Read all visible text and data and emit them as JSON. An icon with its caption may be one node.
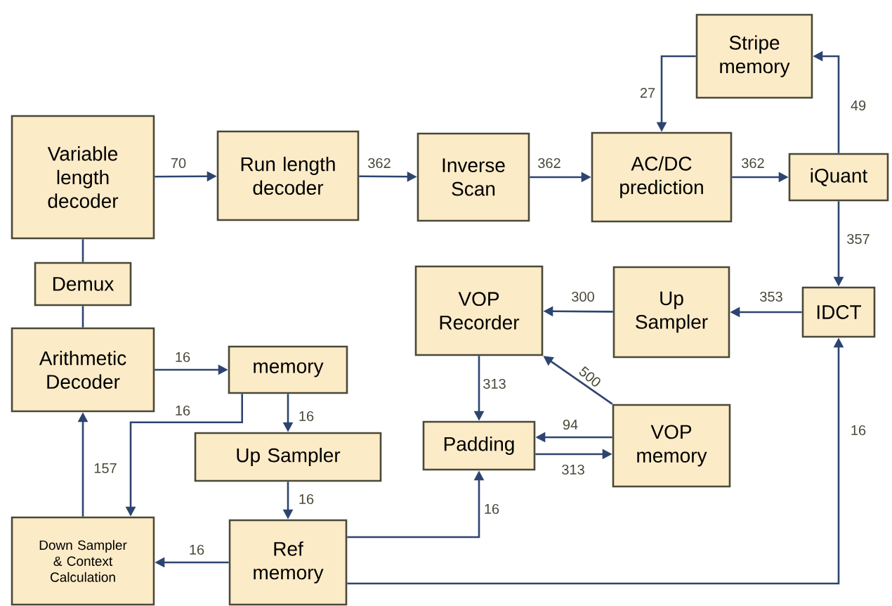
{
  "diagram": {
    "nodes": [
      {
        "text": [
          "Variable length decoder"
        ]
      },
      {
        "text": [
          "Run length decoder"
        ]
      },
      {
        "text": [
          "Inverse Scan"
        ]
      },
      {
        "text": [
          "AC/DC prediction"
        ]
      },
      {
        "text": [
          "Stripe memory"
        ]
      },
      {
        "text": [
          "iQuant"
        ]
      },
      {
        "text": [
          "IDCT"
        ]
      },
      {
        "text": [
          "Up Sampler"
        ]
      },
      {
        "text": [
          "VOP Recorder"
        ]
      },
      {
        "text": [
          "VOP memory"
        ]
      },
      {
        "text": [
          "Padding"
        ]
      },
      {
        "text": [
          "Demux"
        ]
      },
      {
        "text": [
          "Arithmetic Decoder"
        ]
      },
      {
        "text": [
          "memory"
        ]
      },
      {
        "text": [
          "Up Sampler"
        ]
      },
      {
        "text": [
          "Ref memory"
        ]
      },
      {
        "text": [
          "Down Sampler & Context Calculation"
        ]
      }
    ],
    "edges": [
      {
        "from": 0,
        "to": 1,
        "arrow": "to",
        "label": "70"
      },
      {
        "from": 1,
        "to": 2,
        "arrow": "to",
        "label": "362"
      },
      {
        "from": 2,
        "to": 3,
        "arrow": "to",
        "label": "362"
      },
      {
        "from": 3,
        "to": 5,
        "arrow": "to",
        "label": "362"
      },
      {
        "from": 4,
        "to": 3,
        "arrow": "to",
        "label": "27"
      },
      {
        "from": 5,
        "to": 4,
        "arrow": "to",
        "label": "49"
      },
      {
        "from": 5,
        "to": 6,
        "arrow": "to",
        "label": "357"
      },
      {
        "from": 6,
        "to": 7,
        "arrow": "to",
        "label": "353"
      },
      {
        "from": 7,
        "to": 8,
        "arrow": "to",
        "label": "300"
      },
      {
        "from": 9,
        "to": 8,
        "arrow": "to",
        "label": "500"
      },
      {
        "from": 8,
        "to": 10,
        "arrow": "to",
        "label": "313"
      },
      {
        "from": 9,
        "to": 10,
        "arrow": "to",
        "label": "94"
      },
      {
        "from": 10,
        "to": 9,
        "arrow": "to",
        "label": "313"
      },
      {
        "from": 15,
        "to": 10,
        "arrow": "to",
        "label": "16"
      },
      {
        "from": 15,
        "to": 6,
        "arrow": "to",
        "label": "16"
      },
      {
        "from": 0,
        "to": 11,
        "arrow": "none"
      },
      {
        "from": 11,
        "to": 12,
        "arrow": "none"
      },
      {
        "from": 12,
        "to": 13,
        "arrow": "to",
        "label": "16"
      },
      {
        "from": 13,
        "to": 16,
        "arrow": "to",
        "label": "16"
      },
      {
        "from": 13,
        "to": 14,
        "arrow": "to",
        "label": "16"
      },
      {
        "from": 14,
        "to": 15,
        "arrow": "to",
        "label": "16"
      },
      {
        "from": 15,
        "to": 16,
        "arrow": "to",
        "label": "16"
      },
      {
        "from": 16,
        "to": 12,
        "arrow": "to",
        "label": "157"
      }
    ]
  }
}
